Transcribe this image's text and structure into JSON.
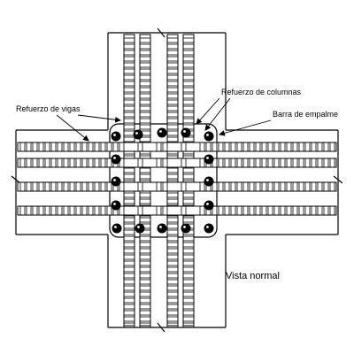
{
  "diagram": {
    "labels": {
      "beam_reinforcement": "Refuerzo de vigas",
      "column_reinforcement": "Refuerzo de columnas",
      "splice_bar": "Barra de empalme",
      "view": "Vista normal"
    },
    "colors": {
      "line": "#000000",
      "bar_fill": "#ffffff",
      "background": "#ffffff"
    }
  }
}
